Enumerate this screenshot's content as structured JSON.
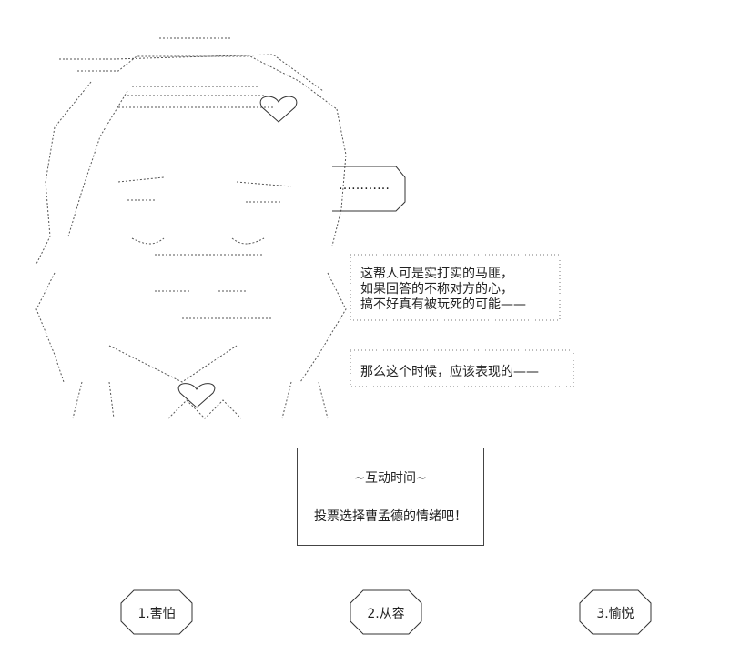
{
  "speech_bubble": {
    "text": "…………"
  },
  "narration": {
    "line1": "这帮人可是实打实的马匪，",
    "line2": "如果回答的不称对方的心，",
    "line3": "搞不好真有被玩死的可能——",
    "line4": "那么这个时候，应该表现的——"
  },
  "interaction_box": {
    "title": "~互动时间~",
    "prompt": "投票选择曹孟德的情绪吧！"
  },
  "options": [
    {
      "label": "1.害怕"
    },
    {
      "label": "2.从容"
    },
    {
      "label": "3.愉悦"
    }
  ],
  "colors": {
    "ink": "#222222",
    "background": "#ffffff"
  }
}
